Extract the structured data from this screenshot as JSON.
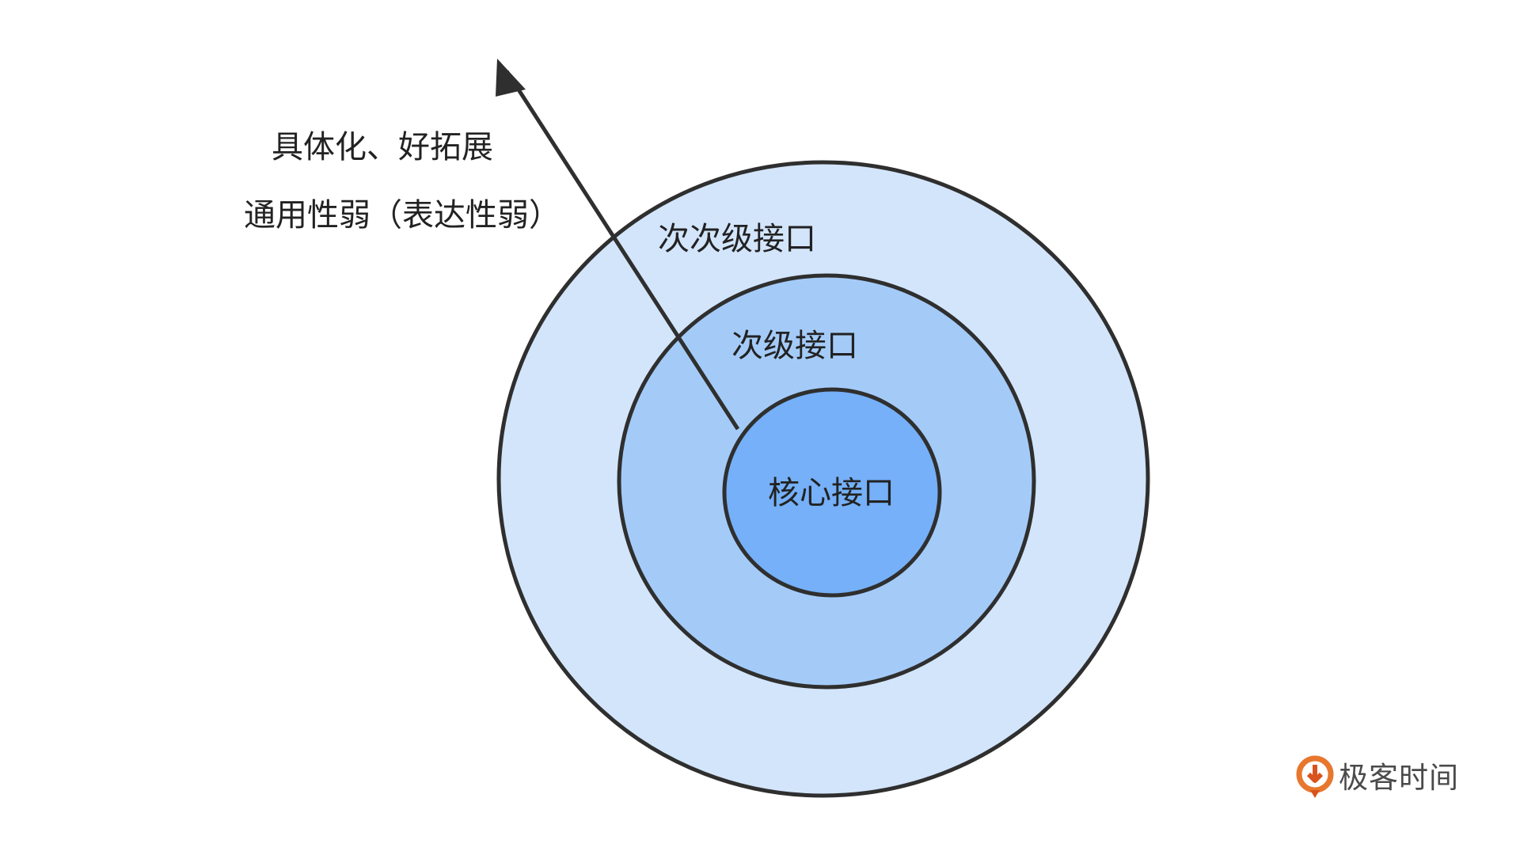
{
  "rings": {
    "outer_label": "次次级接口",
    "middle_label": "次级接口",
    "inner_label": "核心接口"
  },
  "annotation": {
    "line1": "具体化、好拓展",
    "line2": "通用性弱（表达性弱）"
  },
  "brand": {
    "name": "极客时间",
    "logo": "geektime-logo-icon"
  },
  "colors": {
    "outer_fill": "#d3e5fb",
    "middle_fill": "#a4cbf8",
    "inner_fill": "#75b0f8",
    "stroke": "#2f2f2f",
    "arrow": "#2f2f2f",
    "brand_orange": "#e8772e"
  }
}
